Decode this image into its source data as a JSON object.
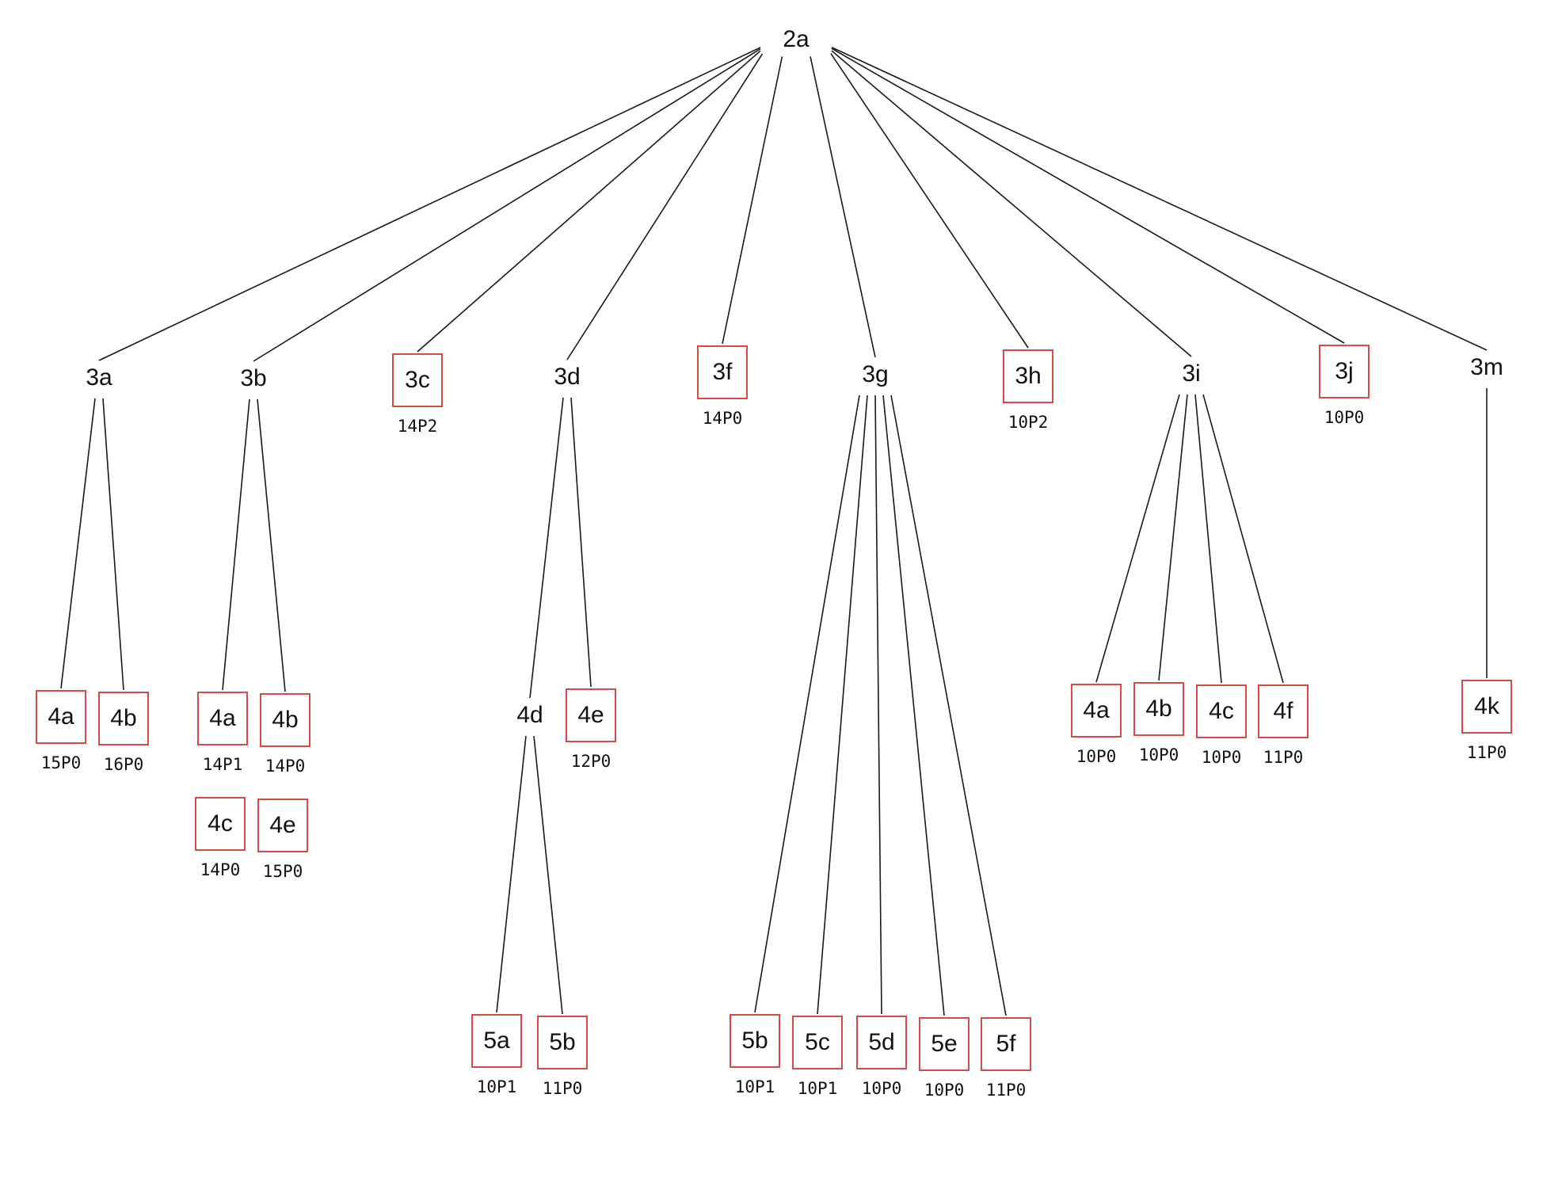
{
  "nodes": [
    {
      "id": "n2a",
      "label": "2a",
      "boxed": false,
      "sub": ""
    },
    {
      "id": "n3a",
      "label": "3a",
      "boxed": false,
      "sub": ""
    },
    {
      "id": "n3b",
      "label": "3b",
      "boxed": false,
      "sub": ""
    },
    {
      "id": "n3c",
      "label": "3c",
      "boxed": true,
      "sub": "14P2"
    },
    {
      "id": "n3d",
      "label": "3d",
      "boxed": false,
      "sub": ""
    },
    {
      "id": "n3f",
      "label": "3f",
      "boxed": true,
      "sub": "14P0"
    },
    {
      "id": "n3g",
      "label": "3g",
      "boxed": false,
      "sub": ""
    },
    {
      "id": "n3h",
      "label": "3h",
      "boxed": true,
      "sub": "10P2"
    },
    {
      "id": "n3i",
      "label": "3i",
      "boxed": false,
      "sub": ""
    },
    {
      "id": "n3j",
      "label": "3j",
      "boxed": true,
      "sub": "10P0"
    },
    {
      "id": "n3m",
      "label": "3m",
      "boxed": false,
      "sub": ""
    },
    {
      "id": "n3a_4a",
      "label": "4a",
      "boxed": true,
      "sub": "15P0"
    },
    {
      "id": "n3a_4b",
      "label": "4b",
      "boxed": true,
      "sub": "16P0"
    },
    {
      "id": "n3b_4a",
      "label": "4a",
      "boxed": true,
      "sub": "14P1"
    },
    {
      "id": "n3b_4b",
      "label": "4b",
      "boxed": true,
      "sub": "14P0"
    },
    {
      "id": "n3b_4c",
      "label": "4c",
      "boxed": true,
      "sub": "14P0"
    },
    {
      "id": "n3b_4e",
      "label": "4e",
      "boxed": true,
      "sub": "15P0"
    },
    {
      "id": "n3d_4d",
      "label": "4d",
      "boxed": false,
      "sub": ""
    },
    {
      "id": "n3d_4e",
      "label": "4e",
      "boxed": true,
      "sub": "12P0"
    },
    {
      "id": "n4d_5a",
      "label": "5a",
      "boxed": true,
      "sub": "10P1"
    },
    {
      "id": "n4d_5b",
      "label": "5b",
      "boxed": true,
      "sub": "11P0"
    },
    {
      "id": "n3g_5b",
      "label": "5b",
      "boxed": true,
      "sub": "10P1"
    },
    {
      "id": "n3g_5c",
      "label": "5c",
      "boxed": true,
      "sub": "10P1"
    },
    {
      "id": "n3g_5d",
      "label": "5d",
      "boxed": true,
      "sub": "10P0"
    },
    {
      "id": "n3g_5e",
      "label": "5e",
      "boxed": true,
      "sub": "10P0"
    },
    {
      "id": "n3g_5f",
      "label": "5f",
      "boxed": true,
      "sub": "11P0"
    },
    {
      "id": "n3i_4a",
      "label": "4a",
      "boxed": true,
      "sub": "10P0"
    },
    {
      "id": "n3i_4b",
      "label": "4b",
      "boxed": true,
      "sub": "10P0"
    },
    {
      "id": "n3i_4c",
      "label": "4c",
      "boxed": true,
      "sub": "10P0"
    },
    {
      "id": "n3i_4f",
      "label": "4f",
      "boxed": true,
      "sub": "11P0"
    },
    {
      "id": "n3m_4k",
      "label": "4k",
      "boxed": true,
      "sub": "11P0"
    }
  ],
  "edges": [
    [
      "n2a",
      "n3a"
    ],
    [
      "n2a",
      "n3b"
    ],
    [
      "n2a",
      "n3c"
    ],
    [
      "n2a",
      "n3d"
    ],
    [
      "n2a",
      "n3f"
    ],
    [
      "n2a",
      "n3g"
    ],
    [
      "n2a",
      "n3h"
    ],
    [
      "n2a",
      "n3i"
    ],
    [
      "n2a",
      "n3j"
    ],
    [
      "n2a",
      "n3m"
    ],
    [
      "n3a",
      "n3a_4a"
    ],
    [
      "n3a",
      "n3a_4b"
    ],
    [
      "n3b",
      "n3b_4a"
    ],
    [
      "n3b",
      "n3b_4b"
    ],
    [
      "n3d",
      "n3d_4d"
    ],
    [
      "n3d",
      "n3d_4e"
    ],
    [
      "n3d_4d",
      "n4d_5a"
    ],
    [
      "n3d_4d",
      "n4d_5b"
    ],
    [
      "n3g",
      "n3g_5b"
    ],
    [
      "n3g",
      "n3g_5c"
    ],
    [
      "n3g",
      "n3g_5d"
    ],
    [
      "n3g",
      "n3g_5e"
    ],
    [
      "n3g",
      "n3g_5f"
    ],
    [
      "n3i",
      "n3i_4a"
    ],
    [
      "n3i",
      "n3i_4b"
    ],
    [
      "n3i",
      "n3i_4c"
    ],
    [
      "n3i",
      "n3i_4f"
    ],
    [
      "n3m",
      "n3m_4k"
    ]
  ]
}
